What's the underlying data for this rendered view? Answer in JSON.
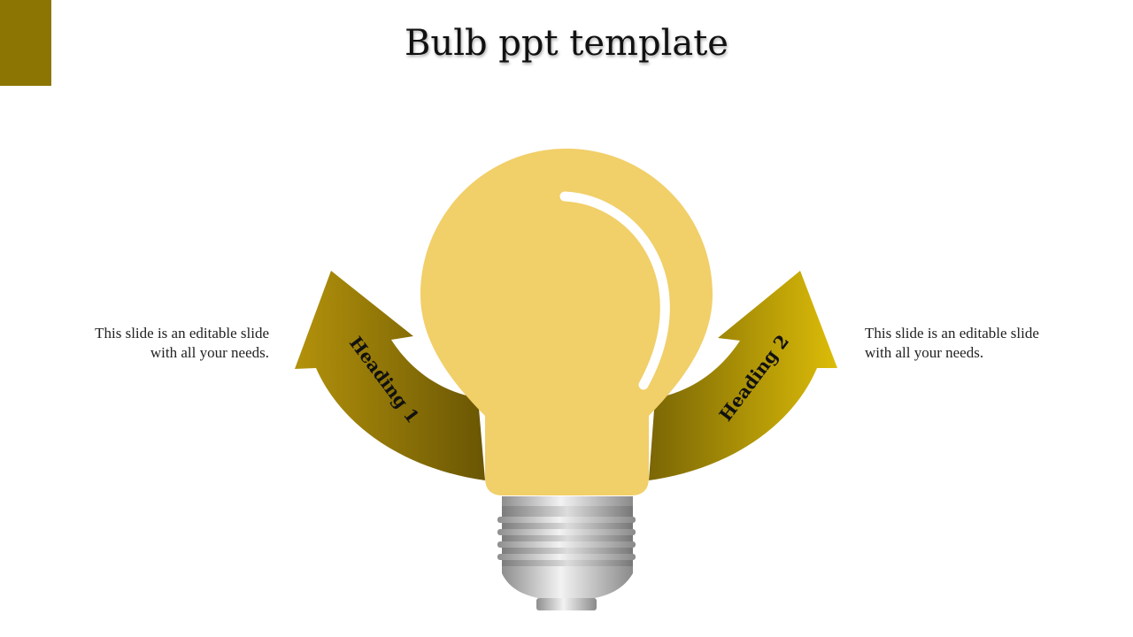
{
  "slide": {
    "title": "Bulb ppt template",
    "accent_color": "#8c7503"
  },
  "left": {
    "heading": "Heading 1",
    "description_line1": "This slide is an editable slide",
    "description_line2": "with all your needs.",
    "arrow_colors": [
      "#a5860a",
      "#6e5a05"
    ]
  },
  "right": {
    "heading": "Heading 2",
    "description_line1": "This slide is an editable slide",
    "description_line2": "with all your needs.",
    "arrow_colors": [
      "#7a6605",
      "#d8b80a"
    ]
  },
  "bulb": {
    "glass_color": "#f1cf69",
    "base_color": "#a9a9a9"
  }
}
